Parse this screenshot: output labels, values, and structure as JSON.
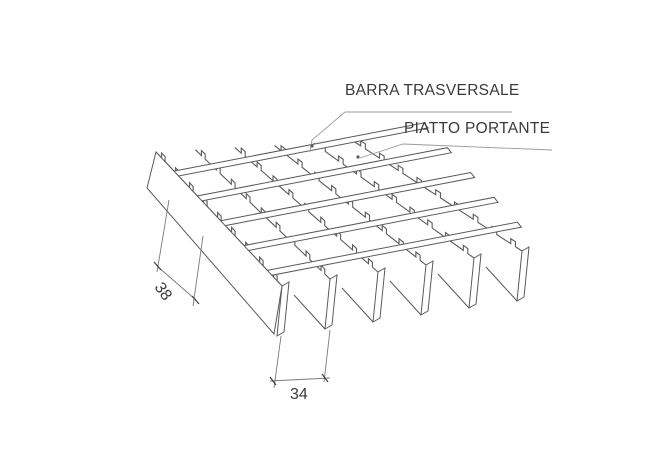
{
  "callouts": {
    "cross_bar": "BARRA TRASVERSALE",
    "bearing_bar": "PIATTO PORTANTE"
  },
  "dimensions": {
    "height": "38",
    "pitch": "34"
  },
  "colors": {
    "stroke": "#5a5a5a",
    "face": "#ffffff",
    "leader": "#9a9a9a",
    "text": "#3a3a3a"
  }
}
